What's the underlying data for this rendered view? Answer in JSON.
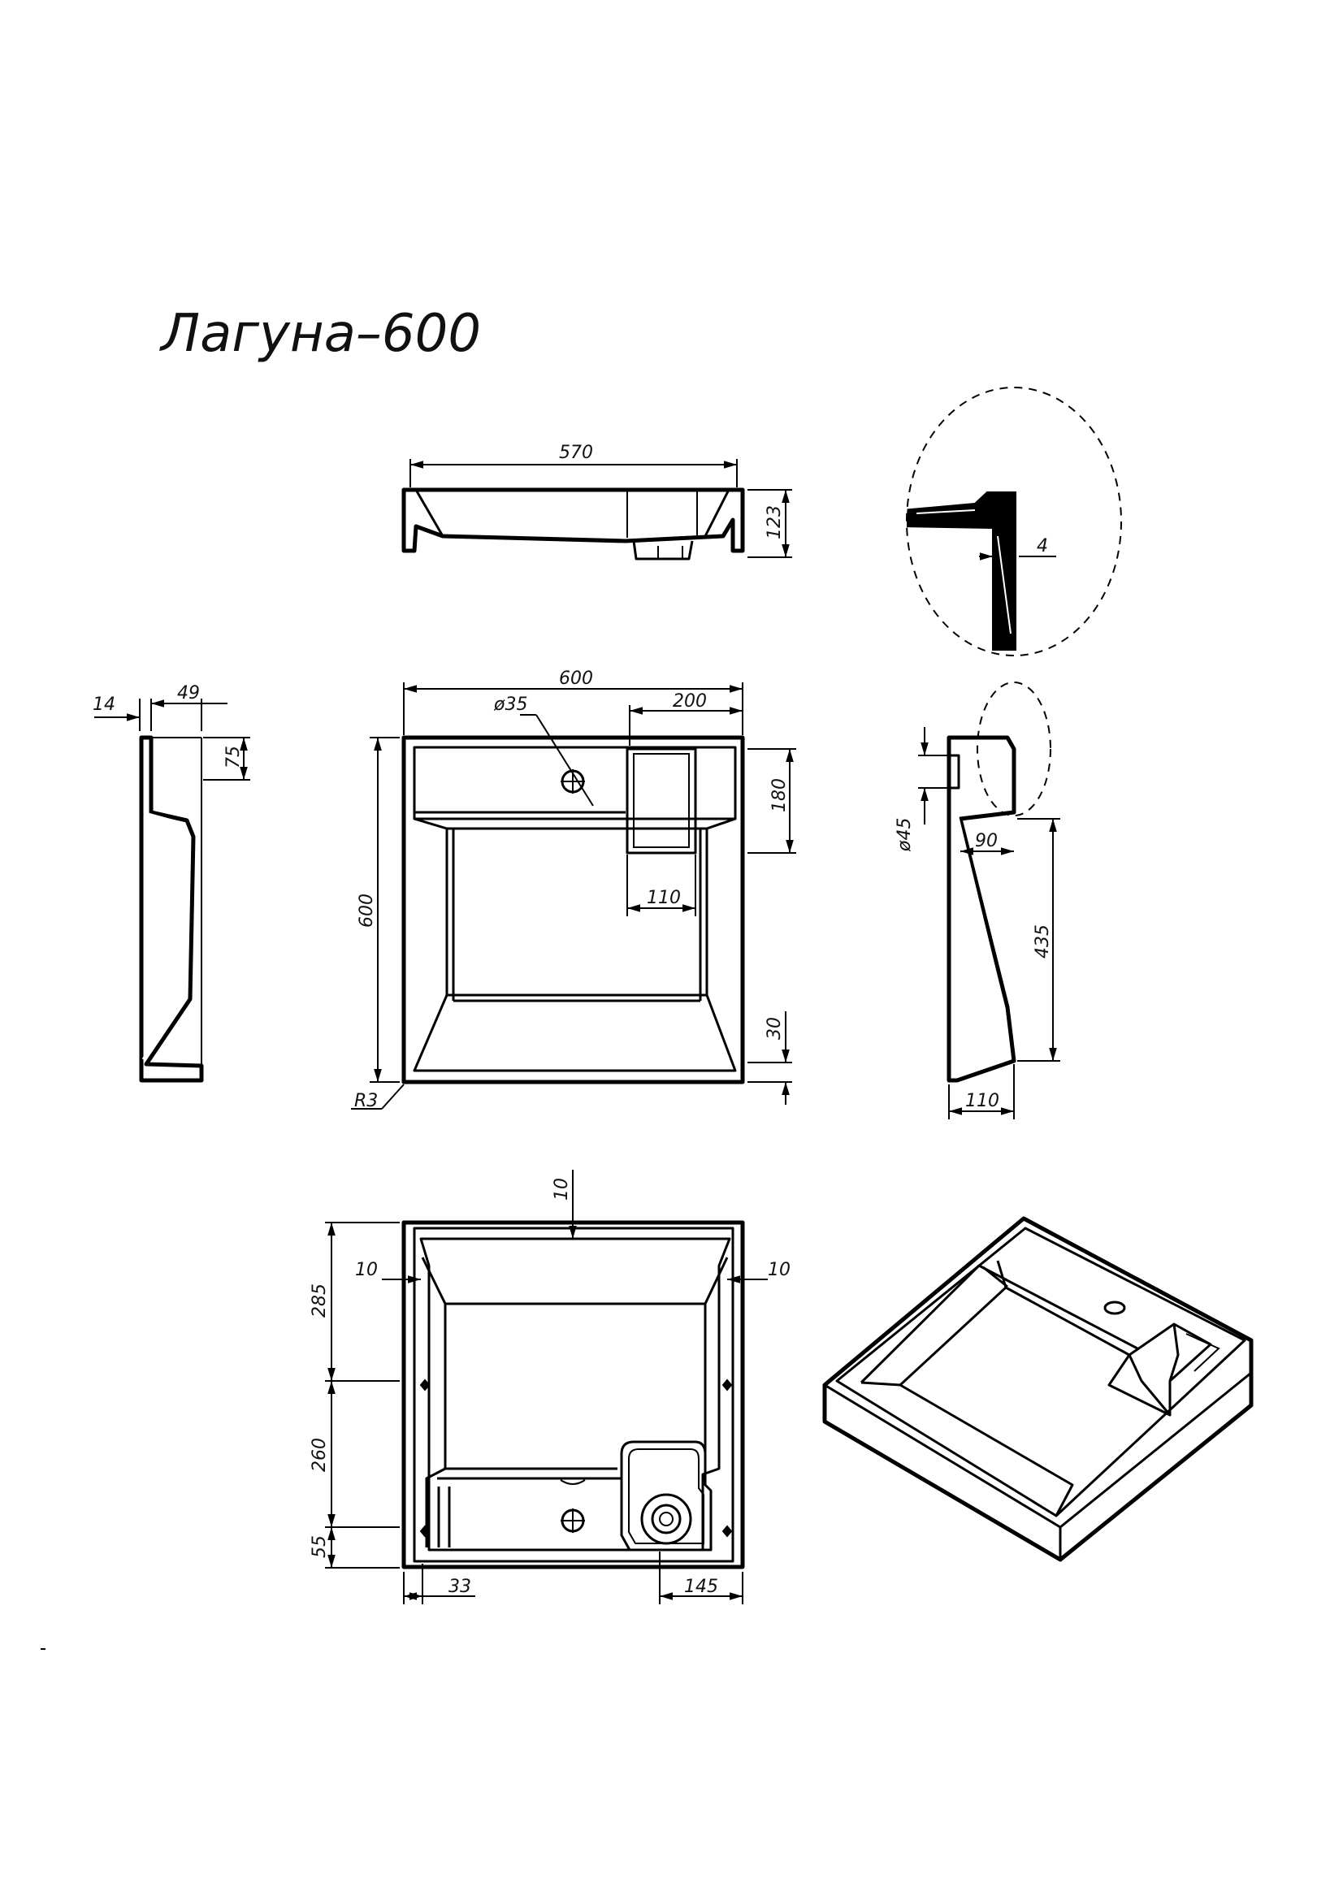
{
  "title": "Лагуна–600",
  "dimensions": {
    "top_width": "570",
    "top_height": "123",
    "detail_thickness": "4",
    "side_left_14": "14",
    "side_left_49": "49",
    "side_left_75": "75",
    "plan_width": "600",
    "plan_height": "600",
    "hole_diameter": "ø35",
    "plan_200": "200",
    "plan_180": "180",
    "plan_110": "110",
    "plan_30": "30",
    "radius": "R3",
    "side_right_diameter": "ø45",
    "side_right_90": "90",
    "side_right_435": "435",
    "side_right_110": "110",
    "bottom_10_top": "10",
    "bottom_10_left": "10",
    "bottom_10_right": "10",
    "bottom_285": "285",
    "bottom_260": "260",
    "bottom_55": "55",
    "bottom_33": "33",
    "bottom_145": "145"
  }
}
